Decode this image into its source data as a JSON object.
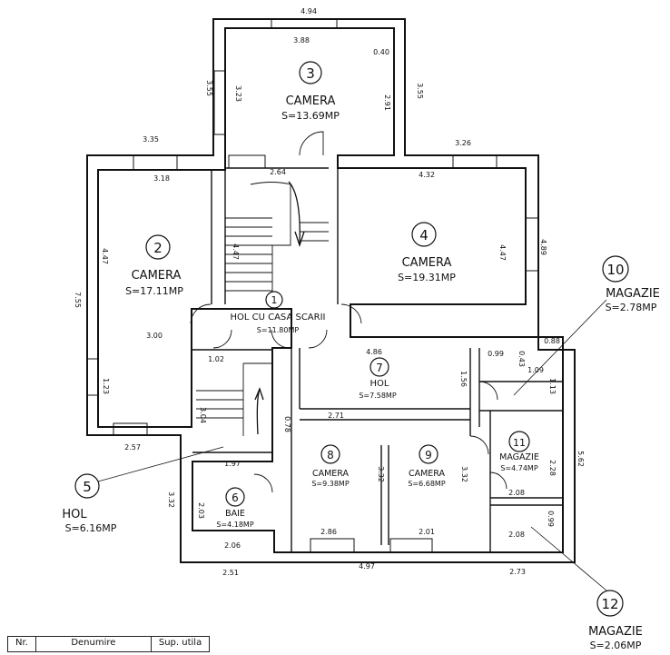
{
  "rooms": [
    {
      "id": "3",
      "name": "CAMERA",
      "area": "S=13.69MP"
    },
    {
      "id": "2",
      "name": "CAMERA",
      "area": "S=17.11MP"
    },
    {
      "id": "4",
      "name": "CAMERA",
      "area": "S=19.31MP"
    },
    {
      "id": "1",
      "name": "HOL CU CASA SCARII",
      "area": "S=11.80MP"
    },
    {
      "id": "7",
      "name": "HOL",
      "area": "S=7.58MP"
    },
    {
      "id": "8",
      "name": "CAMERA",
      "area": "S=9.38MP"
    },
    {
      "id": "9",
      "name": "CAMERA",
      "area": "S=6.68MP"
    },
    {
      "id": "6",
      "name": "BAIE",
      "area": "S=4.18MP"
    },
    {
      "id": "11",
      "name": "MAGAZIE",
      "area": "S=4.74MP"
    },
    {
      "id": "10",
      "name": "MAGAZIE",
      "area": "S=2.78MP"
    },
    {
      "id": "5",
      "name": "HOL",
      "area": "S=6.16MP"
    },
    {
      "id": "12",
      "name": "MAGAZIE",
      "area": "S=2.06MP"
    }
  ],
  "dimensions": [
    "4.94",
    "3.88",
    "0.40",
    "3.55",
    "3.23",
    "2.91",
    "3.55",
    "3.35",
    "3.18",
    "2.64",
    "3.26",
    "4.32",
    "4.47",
    "4.47",
    "7.55",
    "4.47",
    "4.89",
    "3.00",
    "1.23",
    "2.57",
    "1.02",
    "4.86",
    "0.99",
    "0.88",
    "1.09",
    "0.43",
    "1.56",
    "1.13",
    "3.04",
    "0.78",
    "2.71",
    "5.62",
    "1.97",
    "3.32",
    "3.32",
    "2.28",
    "3.32",
    "2.08",
    "2.03",
    "2.06",
    "2.86",
    "2.01",
    "0.99",
    "2.08",
    "2.51",
    "4.97",
    "2.73"
  ],
  "legend": {
    "col1": "Nr.",
    "col2": "Denumire",
    "col3": "Sup. utila"
  }
}
